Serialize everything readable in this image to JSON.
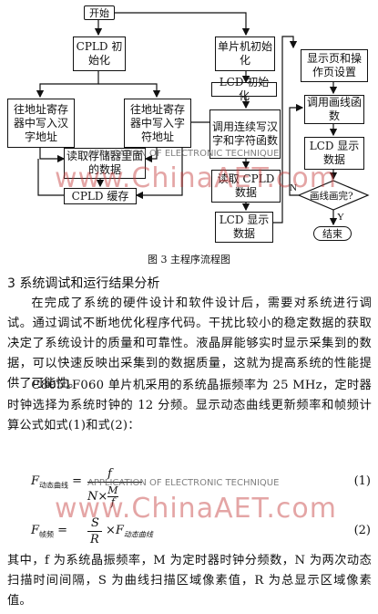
{
  "flowchart": {
    "start": "开始",
    "cpld_init": "CPLD 初始化",
    "write_addr_left": "往地址寄存器中写入汉字地址",
    "write_addr_mid": "往地址寄存器中写入字符地址",
    "read_memory": "读取存储器里面的数据",
    "cpld_cache": "CPLD 缓存",
    "mcu_init": "单片机初始化",
    "lcd_init": "LCD 初始化",
    "call_write": "调用连续写汉字和字符函数",
    "read_cpld": "读取 CPLD 数据",
    "lcd_show_data": "LCD 显示数据",
    "page_setup": "显示页和操作页设置",
    "call_curve": "调用画线函数",
    "lcd_show_data2": "LCD 显示数据",
    "decision": "画线画完?",
    "yes": "Y",
    "no": "N",
    "end": "结束"
  },
  "caption": "图 3   主程序流程图",
  "section_title": "3  系统调试和运行结果分析",
  "paragraphs": [
    "在完成了系统的硬件设计和软件设计后，需要对系统进行调试。通过调试不断地优化程序代码。干扰比较小的稳定数据的获取决定了系统设计的质量和可靠性。液晶屏能够实时显示采集到的数据，可以快速反映出采集到的数据质量，这就为提高系统的性能提供了可能性。",
    "C8051F060 单片机采用的系统晶振频率为 25 MHz，定时器时钟选择为系统时钟的 12 分频。显示动态曲线更新频率和帧频计算公式如式(1)和式(2)："
  ],
  "eq1": {
    "lhs": "F",
    "sub": "动态曲线",
    "eq": "=",
    "num": "f",
    "den_n": "N",
    "den_m": "M",
    "den_other": "f",
    "no": "(1)"
  },
  "eq2": {
    "lhs": "F",
    "sub": "帧频",
    "eq": "=",
    "num": "S",
    "den": "R",
    "times": "×F",
    "sub2": "动态曲线",
    "no": "(2)"
  },
  "last_para": "其中，f 为系统晶振频率，M 为定时器时钟分频数，N 为两次动态扫描时间间隔，S 为曲线扫描区域像素值，R 为总显示区域像素值。",
  "watermarks": {
    "small": "APPLICATION OF ELECTRONIC TECHNIQUE",
    "big": "www.ChinaAET.com"
  }
}
